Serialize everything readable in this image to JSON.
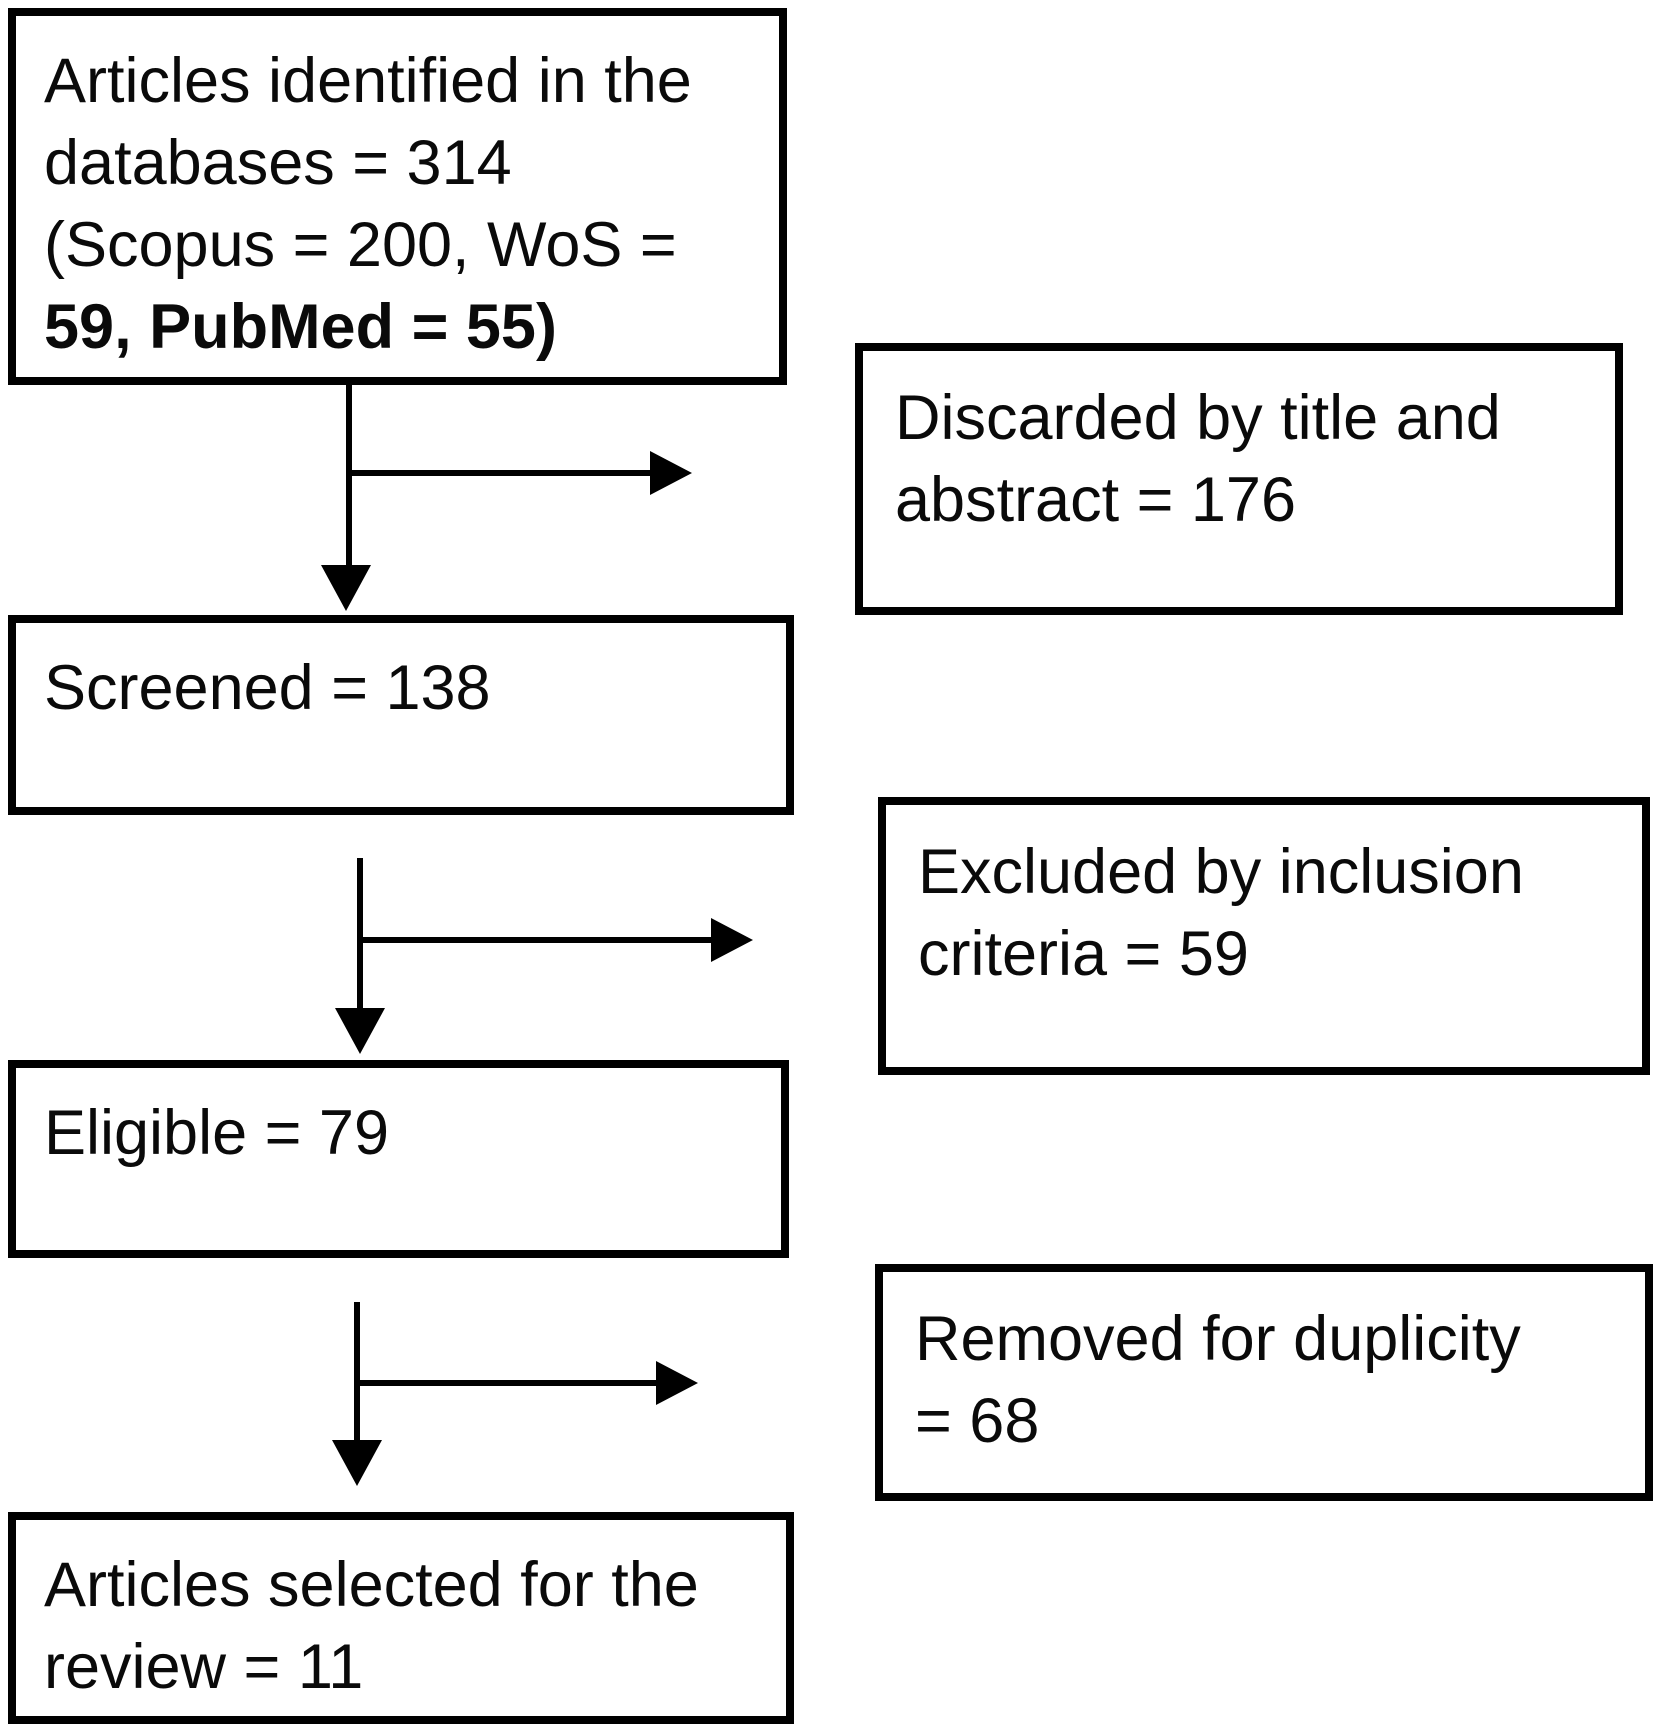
{
  "figure": {
    "type": "flowchart",
    "description": "Article selection flow diagram (database search screening)",
    "background_color": "#ffffff",
    "line_color": "#000000"
  },
  "flow": {
    "nodes": [
      {
        "id": "identified",
        "lines": [
          "Articles identified in the",
          "databases = 314",
          "(Scopus = 200, WoS =",
          "59, PubMed = 55)"
        ]
      },
      {
        "id": "discarded",
        "lines": [
          "Discarded by title and",
          "abstract = 176"
        ]
      },
      {
        "id": "screened",
        "lines": [
          "Screened = 138"
        ]
      },
      {
        "id": "excluded",
        "lines": [
          "Excluded by inclusion",
          "criteria = 59"
        ]
      },
      {
        "id": "eligible",
        "lines": [
          "Eligible = 79"
        ]
      },
      {
        "id": "removed",
        "lines": [
          "Removed for duplicity",
          "= 68"
        ]
      },
      {
        "id": "selected",
        "lines": [
          "Articles selected for the",
          "review = 11"
        ]
      }
    ],
    "values": {
      "identified_total": 314,
      "scopus": 200,
      "wos": 59,
      "pubmed": 55,
      "discarded_by_title_abstract": 176,
      "screened": 138,
      "excluded_by_inclusion_criteria": 59,
      "eligible": 79,
      "removed_for_duplicity": 68,
      "selected_for_review": 11
    }
  }
}
